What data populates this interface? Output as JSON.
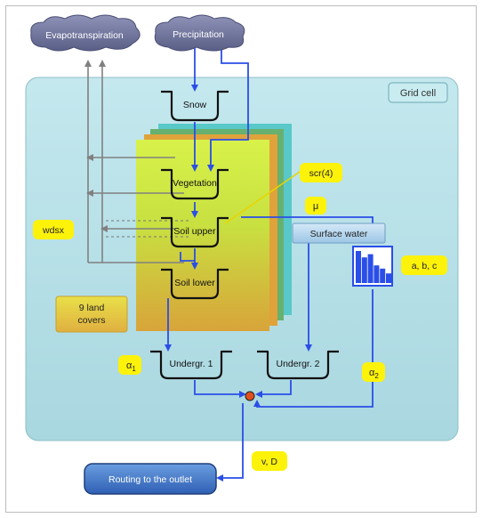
{
  "diagram": {
    "grid_cell_label": "Grid cell",
    "clouds": {
      "evapotranspiration": "Evapotranspiration",
      "precipitation": "Precipitation"
    },
    "reservoirs": {
      "snow": "Snow",
      "vegetation": "Vegetation",
      "soil_upper": "Soil upper",
      "soil_lower": "Soil lower",
      "undergr_1": "Undergr. 1",
      "undergr_2": "Undergr. 2"
    },
    "surface_water": "Surface water",
    "parameters": {
      "scr": "scr(4)",
      "mu": "μ",
      "wdsx": "wdsx",
      "abc": "a, b, c",
      "alpha1_base": "α",
      "alpha1_sub": "1",
      "alpha2_base": "α",
      "alpha2_sub": "2",
      "vD": "v, D"
    },
    "land_covers_line1": "9 land",
    "land_covers_line2": "covers",
    "routing": "Routing to the outlet",
    "histogram_bars": [
      1.0,
      0.8,
      0.9,
      0.55,
      0.45,
      0.3
    ],
    "colors": {
      "flow_arrow": "#2a4ee8",
      "et_arrow": "#808080",
      "label_bg": "#fdf20a",
      "cell_bg": "#bfe3ea"
    }
  }
}
